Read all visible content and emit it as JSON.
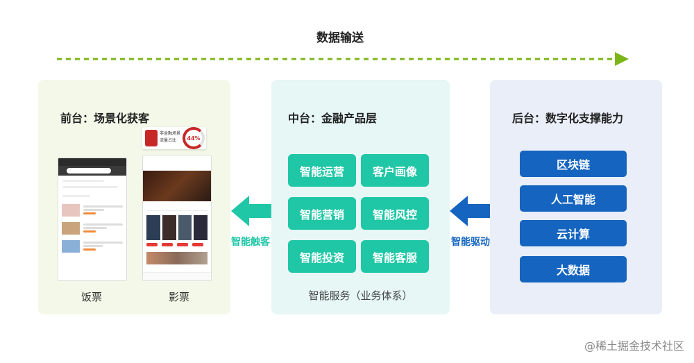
{
  "header": {
    "title": "数据输送"
  },
  "panels": {
    "front": {
      "title": "前台：场景化获客",
      "phones": [
        {
          "label": "饭票"
        },
        {
          "label": "影票"
        }
      ],
      "badge": {
        "line1": "非金融场景",
        "line2": "流量占比",
        "percent": "44%"
      }
    },
    "middle": {
      "title": "中台：金融产品层",
      "buttons": [
        "智能运营",
        "客户画像",
        "智能营销",
        "智能风控",
        "智能投资",
        "智能客服"
      ],
      "caption": "智能服务（业务体系）"
    },
    "back": {
      "title": "后台：数字化支撑能力",
      "buttons": [
        "区块链",
        "人工智能",
        "云计算",
        "大数据"
      ]
    }
  },
  "arrows": {
    "left_label": "智能触客",
    "right_label": "智能驱动"
  },
  "colors": {
    "green_arrow": "#7cb518",
    "teal": "#1fc7a6",
    "blue": "#1565c0"
  },
  "watermark": "@稀土掘金技术社区"
}
